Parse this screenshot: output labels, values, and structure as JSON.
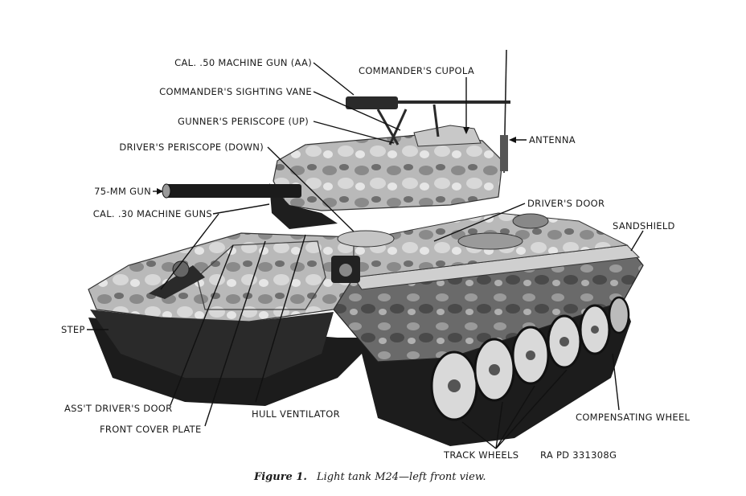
{
  "figure": {
    "caption_number": "Figure 1.",
    "caption_text": "Light tank M24—left front view.",
    "reference": "RA PD 331308G",
    "subject": "Light tank M24"
  },
  "labels": {
    "cal50_mg": "CAL. .50 MACHINE GUN (AA)",
    "commanders_sighting_vane": "COMMANDER'S SIGHTING VANE",
    "gunners_periscope": "GUNNER'S PERISCOPE (UP)",
    "drivers_periscope": "DRIVER'S PERISCOPE (DOWN)",
    "gun_75mm": "75-MM GUN",
    "cal30_mgs": "CAL. .30 MACHINE GUNS",
    "commanders_cupola": "COMMANDER'S CUPOLA",
    "antenna": "ANTENNA",
    "drivers_door": "DRIVER'S DOOR",
    "sandshield": "SANDSHIELD",
    "step": "STEP",
    "asst_drivers_door": "ASS'T DRIVER'S DOOR",
    "front_cover_plate": "FRONT COVER PLATE",
    "hull_ventilator": "HULL VENTILATOR",
    "compensating_wheel": "COMPENSATING WHEEL",
    "track_wheels": "TRACK WHEELS"
  }
}
